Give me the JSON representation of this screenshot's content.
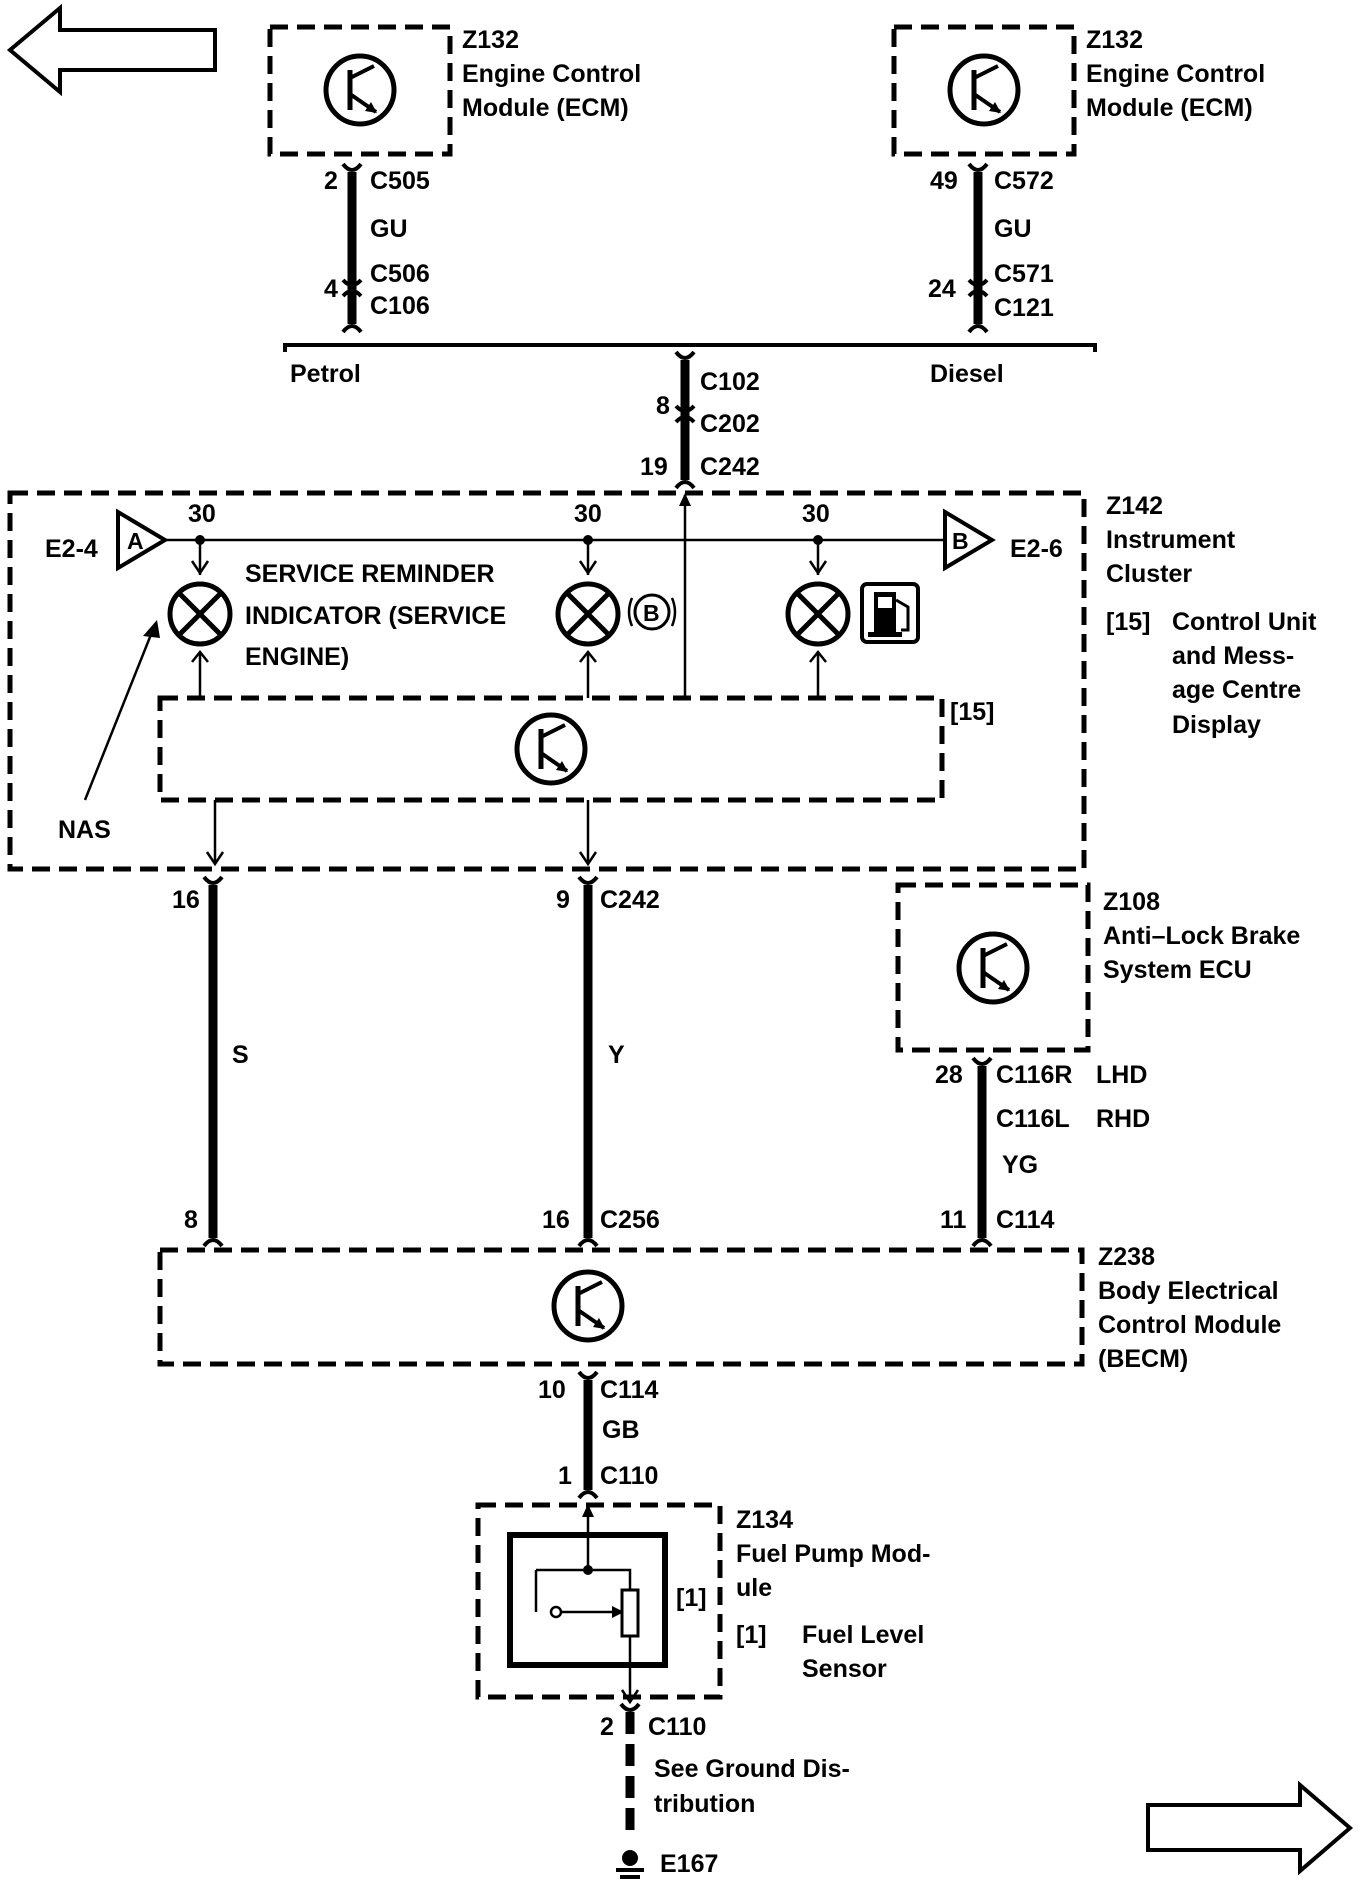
{
  "ecm_petrol": {
    "id": "Z132",
    "line1": "Engine Control",
    "line2": "Module (ECM)",
    "pin_top": "2",
    "conn_top": "C505",
    "wire": "GU",
    "pin_mid": "4",
    "conn_mid": "C506",
    "conn_bot": "C106",
    "branch": "Petrol"
  },
  "ecm_diesel": {
    "id": "Z132",
    "line1": "Engine Control",
    "line2": "Module (ECM)",
    "pin_top": "49",
    "conn_top": "C572",
    "wire": "GU",
    "pin_mid": "24",
    "conn_mid": "C571",
    "conn_bot": "C121",
    "branch": "Diesel"
  },
  "trunk": {
    "conn1": "C102",
    "pin2": "8",
    "conn2": "C202",
    "pin3": "19",
    "conn3": "C242"
  },
  "cluster": {
    "id": "Z142",
    "line1": "Instrument",
    "line2": "Cluster",
    "note_ref": "[15]",
    "note_l1": "Control Unit",
    "note_l2": "and Mess-",
    "note_l3": "age Centre",
    "note_l4": "Display",
    "left_ref": "E2-4",
    "left_tag": "A",
    "right_ref": "E2-6",
    "right_tag": "B",
    "pin30a": "30",
    "pin30b": "30",
    "pin30c": "30",
    "sri_l1": "SERVICE REMINDER",
    "sri_l2": "INDICATOR (SERVICE",
    "sri_l3": "ENGINE)",
    "brake_symbol": "B",
    "nas": "NAS",
    "cu_ref": "[15]"
  },
  "wires_mid": {
    "pin_s_top": "16",
    "wire_s": "S",
    "pin_s_bot": "8",
    "pin_y_top": "9",
    "conn_y_top": "C242",
    "wire_y": "Y",
    "pin_y_bot": "16",
    "conn_y_bot": "C256"
  },
  "abs": {
    "id": "Z108",
    "line1": "Anti–Lock Brake",
    "line2": "System ECU",
    "pin_top": "28",
    "conn_lhd": "C116R",
    "lhd": "LHD",
    "conn_rhd": "C116L",
    "rhd": "RHD",
    "wire": "YG",
    "pin_bot": "11",
    "conn_bot": "C114"
  },
  "becm": {
    "id": "Z238",
    "line1": "Body Electrical",
    "line2": "Control Module",
    "line3": "(BECM)",
    "pin_out": "10",
    "conn_out": "C114",
    "wire": "GB"
  },
  "fuel_pump": {
    "pin_in": "1",
    "conn_in": "C110",
    "id": "Z134",
    "line1": "Fuel Pump Mod-",
    "line2": "ule",
    "sensor_ref": "[1]",
    "note_ref": "[1]",
    "note_l1": "Fuel Level",
    "note_l2": "Sensor"
  },
  "ground": {
    "pin": "2",
    "conn": "C110",
    "line1": "See Ground Dis-",
    "line2": "tribution",
    "ref": "E167"
  },
  "nav": {
    "prev": "previous-page-arrow",
    "next": "next-page-arrow"
  }
}
